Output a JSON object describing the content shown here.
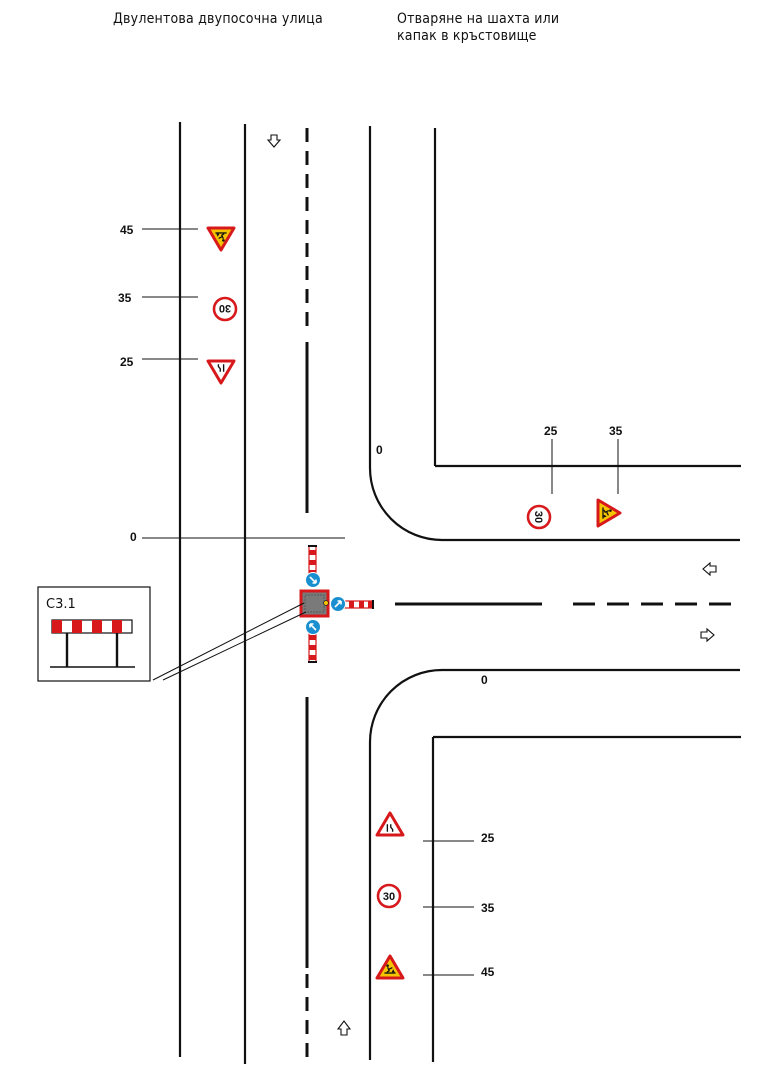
{
  "headings": {
    "left": "Двулентова двупосочна улица",
    "right": "Отваряне на шахта или\nкапак в кръстовище"
  },
  "distances": {
    "top": [
      "45",
      "35",
      "25"
    ],
    "corner_upper": "0",
    "right": [
      "25",
      "35"
    ],
    "main": "0",
    "corner_lower": "0",
    "bottom": [
      "25",
      "35",
      "45"
    ]
  },
  "signs": {
    "speed_limit": "30",
    "barrier_label": "С3.1"
  },
  "colors": {
    "sign_red": "#d7191c",
    "sign_yellow": "#f5c400",
    "sign_blue": "#1a8fd0",
    "road_line": "#111111"
  },
  "icons": [
    "down-arrow-icon",
    "up-arrow-icon",
    "left-arrow-icon",
    "right-arrow-icon",
    "men-at-work-icon",
    "road-narrows-icon"
  ]
}
